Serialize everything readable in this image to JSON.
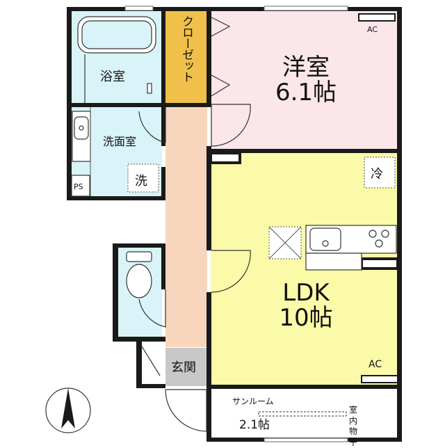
{
  "rooms": {
    "western_room": {
      "name": "洋室",
      "size": "6.1帖"
    },
    "ldk": {
      "name": "LDK",
      "size": "10帖"
    },
    "bath": {
      "name": "浴室"
    },
    "washroom": {
      "name": "洗面室"
    },
    "closet": {
      "name": "クローゼット"
    },
    "entrance": {
      "name": "玄関"
    },
    "sunroom": {
      "name": "サンルーム",
      "size": "2.1帖",
      "drying": "室内物干"
    }
  },
  "fixtures": {
    "ac_label": "AC",
    "fridge_label": "冷",
    "washer_label": "洗",
    "ps_label": "PS"
  },
  "colors": {
    "wall": "#1a1a1a",
    "western_room": "#fbe6ea",
    "ldk": "#fafaa8",
    "bath": "#d9f4f8",
    "washroom": "#d9f4f8",
    "toilet": "#d9f4f8",
    "closet": "#f0c04a",
    "hallway": "#f8d6bd",
    "entrance": "#c8c8c8",
    "sunroom": "#ffffff"
  },
  "icons": [
    "compass-north-icon",
    "sink-icon",
    "stove-icon",
    "toilet-icon",
    "bathtub-icon",
    "door-swing-icon"
  ]
}
